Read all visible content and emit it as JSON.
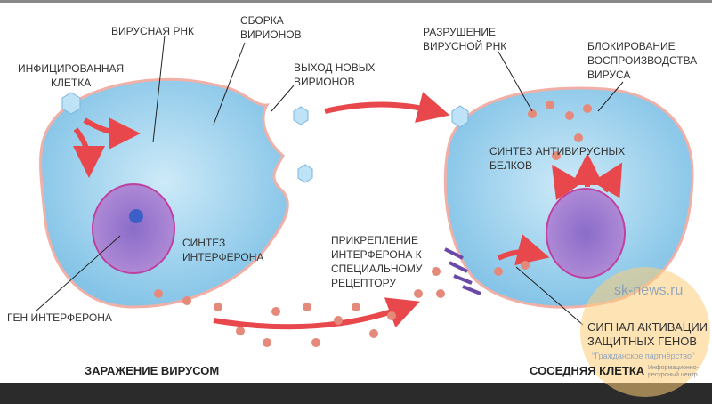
{
  "labels": {
    "viral_rna": "ВИРУСНАЯ РНК",
    "assembly": "СБОРКА\nВИРИОНОВ",
    "infected_cell": "ИНФИЦИРОВАННАЯ\nКЛЕТКА",
    "release": "ВЫХОД НОВЫХ\nВИРИОНОВ",
    "rna_destruction": "РАЗРУШЕНИЕ\nВИРУСНОЙ РНК",
    "blocking": "БЛОКИРОВАНИЕ\nВОСПРОИЗВОДСТВА\nВИРУСА",
    "antiviral_synthesis": "СИНТЕЗ АНТИВИРУСНЫХ\nБЕЛКОВ",
    "interferon_synthesis": "СИНТЕЗ\nИНТЕРФЕРОНА",
    "interferon_gene": "ГЕН ИНТЕРФЕРОНА",
    "attachment": "ПРИКРЕПЛЕНИЕ\nИНТЕРФЕРОНА К\nСПЕЦИАЛЬНОМУ\nРЕЦЕПТОРУ",
    "activation_signal": "СИГНАЛ АКТИВАЦИИ\nЗАЩИТНЫХ ГЕНОВ"
  },
  "captions": {
    "left": "ЗАРАЖЕНИЕ ВИРУСОМ",
    "right": "СОСЕДНЯЯ КЛЕТКА"
  },
  "watermark": {
    "site": "sk-news.ru",
    "org": "\"Гражданское партнёрство\"",
    "sub": "Информационно-\nресурсный центр"
  },
  "colors": {
    "cell": "#8fcbea",
    "nucleus": "#9b6fc6",
    "arrow": "#e8474b",
    "interferon": "#e58a7a"
  }
}
